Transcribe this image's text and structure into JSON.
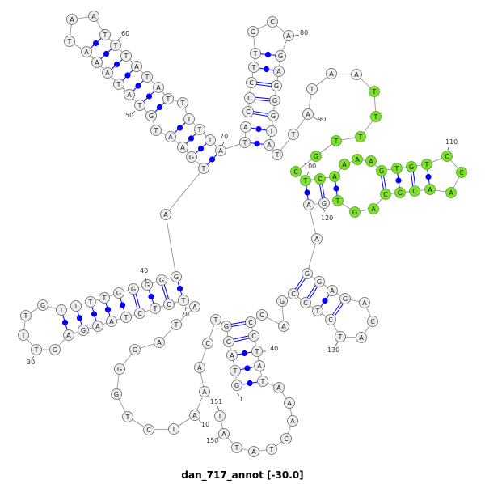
{
  "title": "dan_717_annot [-30.0]",
  "sequence": "GTAGGTCAAATCTGGGATATCTCTAAGAGTTTGTTTTGGGGGATGAATGTATAAATAATTTATATTTTTATACCCTTGCAGAGGGTATTATAATTTTGCTCAAAAGTGTCCAACGCAGTGAAGGAGACATCTCCGACCCTATAAACTATAT",
  "highlight": {
    "from": 94,
    "to": 119,
    "color": "#7fe030"
  },
  "colors": {
    "node_fill": "#eeeeee",
    "node_stroke": "#666666",
    "pair": "#0000ff",
    "backbone": "#888888"
  },
  "pairs": [
    [
      1,
      142,
      "dot"
    ],
    [
      2,
      141,
      "dot"
    ],
    [
      3,
      140,
      "dot"
    ],
    [
      4,
      139,
      "double"
    ],
    [
      5,
      138,
      "double"
    ],
    [
      20,
      42,
      "dot"
    ],
    [
      21,
      41,
      "double"
    ],
    [
      22,
      40,
      "dot"
    ],
    [
      23,
      39,
      "double"
    ],
    [
      24,
      38,
      "dot"
    ],
    [
      25,
      37,
      "dot"
    ],
    [
      26,
      36,
      "dot"
    ],
    [
      27,
      35,
      "dot"
    ],
    [
      28,
      34,
      "dot"
    ],
    [
      44,
      70,
      "dot"
    ],
    [
      45,
      69,
      "dot"
    ],
    [
      46,
      68,
      "dot"
    ],
    [
      47,
      67,
      "dot"
    ],
    [
      49,
      65,
      "dot"
    ],
    [
      50,
      64,
      "dot"
    ],
    [
      51,
      63,
      "dot"
    ],
    [
      52,
      62,
      "dot"
    ],
    [
      53,
      61,
      "dot"
    ],
    [
      54,
      60,
      "dot"
    ],
    [
      55,
      59,
      "dot"
    ],
    [
      71,
      87,
      "dot"
    ],
    [
      72,
      86,
      "dot"
    ],
    [
      73,
      85,
      "double"
    ],
    [
      74,
      84,
      "double"
    ],
    [
      75,
      83,
      "double"
    ],
    [
      76,
      82,
      "dot"
    ],
    [
      77,
      81,
      "dot"
    ],
    [
      100,
      121,
      "dot"
    ],
    [
      101,
      120,
      "double"
    ],
    [
      102,
      119,
      "dot"
    ],
    [
      106,
      116,
      "double"
    ],
    [
      107,
      115,
      "dot"
    ],
    [
      108,
      114,
      "double"
    ],
    [
      109,
      113,
      "dot"
    ],
    [
      123,
      134,
      "double"
    ],
    [
      124,
      133,
      "double"
    ],
    [
      125,
      132,
      "dot"
    ],
    [
      126,
      131,
      "double"
    ]
  ],
  "position_labels": [
    "1",
    "10",
    "20",
    "30",
    "40",
    "50",
    "60",
    "70",
    "80",
    "90",
    "100",
    "110",
    "120",
    "130",
    "140",
    "150",
    "151"
  ]
}
